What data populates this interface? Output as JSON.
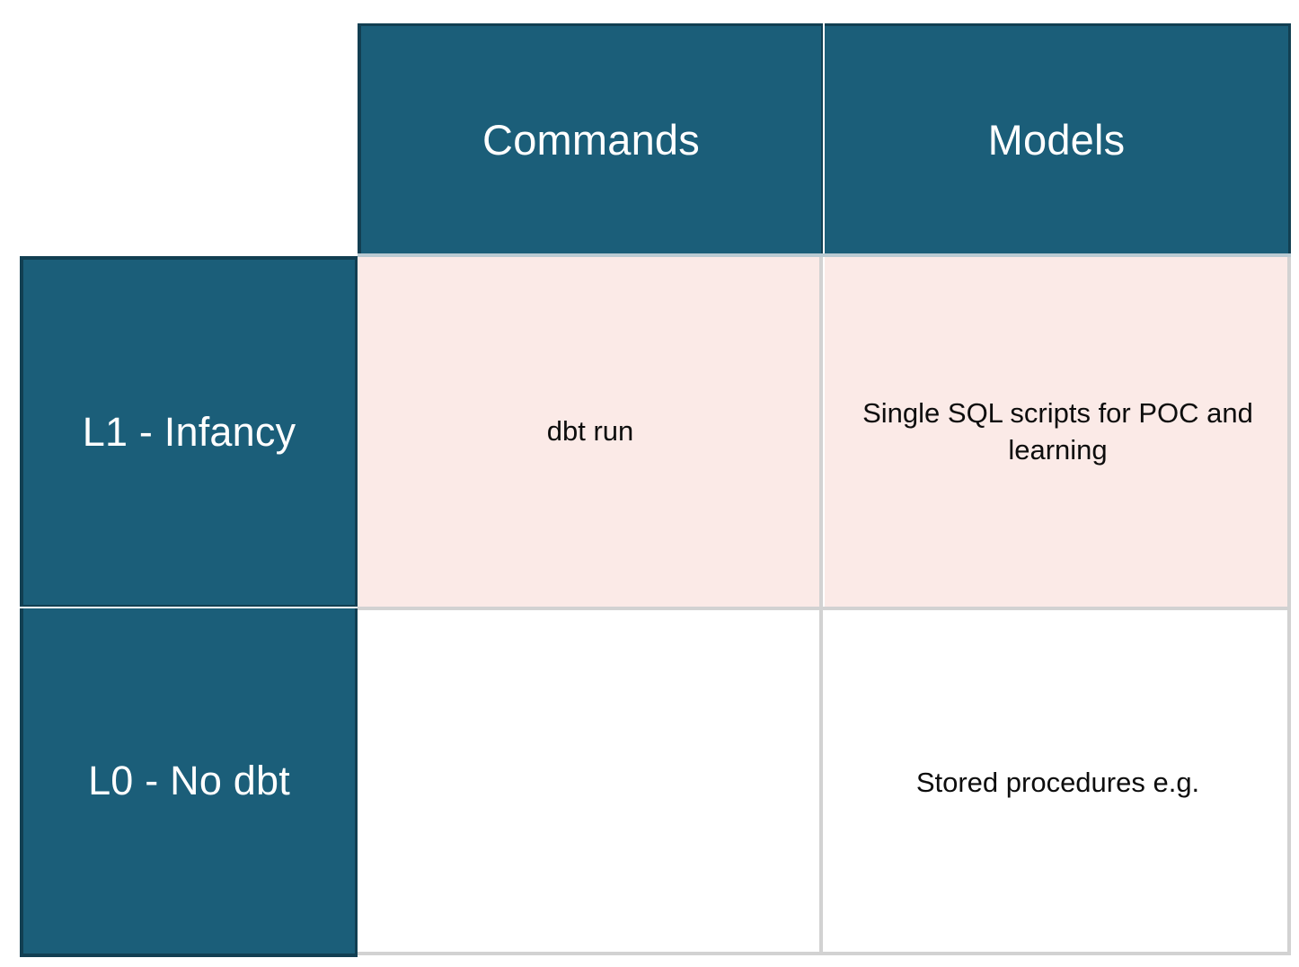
{
  "matrix": {
    "corner_label": "",
    "column_headers": [
      {
        "id": "commands",
        "label": "Commands"
      },
      {
        "id": "models",
        "label": "Models"
      }
    ],
    "rows": [
      {
        "id": "l1-infancy",
        "header_label": "L1 - Infancy",
        "fill": "pink",
        "cells": [
          {
            "column": "Commands",
            "text": "dbt run"
          },
          {
            "column": "Models",
            "text": "Single SQL scripts for POC and learning"
          }
        ]
      },
      {
        "id": "l0-no-dbt",
        "header_label": "L0 - No dbt",
        "fill": "white",
        "cells": [
          {
            "column": "Commands",
            "text": ""
          },
          {
            "column": "Models",
            "text": "Stored procedures e.g."
          }
        ]
      }
    ],
    "colors": {
      "header_teal": "#1b5e79",
      "header_border": "#123f52",
      "row_fill_pink": "#fbeae7",
      "row_fill_white": "#ffffff",
      "grid_line": "#d2d2d2",
      "header_underline": "#b9cad2",
      "header_text": "#ffffff",
      "body_text": "#0d0d0d"
    }
  }
}
